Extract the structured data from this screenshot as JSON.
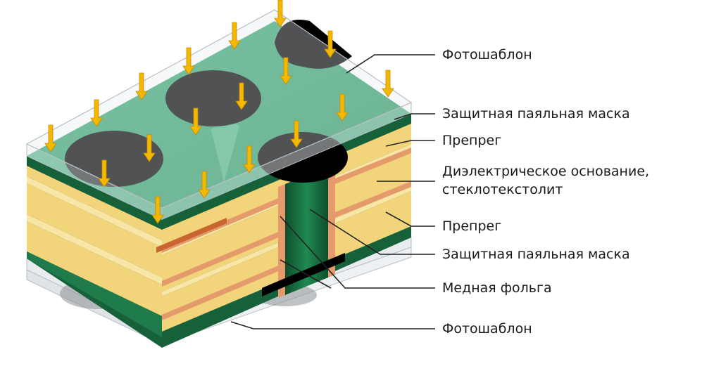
{
  "labels": {
    "photomask_top": "Фотошаблон",
    "solder_mask_top": "Защитная паяльная маска",
    "prepreg_top": "Препрег",
    "dielectric_line1": "Диэлектрическое основание,",
    "dielectric_line2": "стеклотекстолит",
    "prepreg_bottom": "Препрег",
    "solder_mask_bottom": "Защитная паяльная маска",
    "copper_foil": "Медная фольга",
    "photomask_bottom": "Фотошаблон"
  },
  "colors": {
    "solder_mask": "#2f9e6a",
    "solder_mask_dark": "#1f7a4c",
    "board_edge_green": "#17613a",
    "dielectric": "#f2d47a",
    "dielectric_light": "#f8e6a6",
    "copper": "#e59a6c",
    "copper_dark": "#c9662f",
    "hole": "#000000",
    "arrow": "#f5b800",
    "arrow_outline": "#c98a00",
    "photomask": "#e8ecef",
    "leader_line": "#222222"
  },
  "icons": [
    "light-arrow-icon"
  ]
}
